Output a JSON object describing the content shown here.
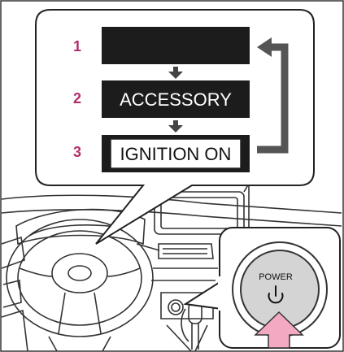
{
  "diagram": {
    "steps": [
      {
        "number": "1",
        "label": ""
      },
      {
        "number": "2",
        "label": "ACCESSORY"
      },
      {
        "number": "3",
        "label": "IGNITION ON"
      }
    ],
    "power_button_label": "POWER",
    "colors": {
      "step_number": "#b0306a",
      "pill_dark": "#1c1c1c",
      "loop_arrow": "#555555",
      "press_arrow": "#f3a9c2",
      "callout_border": "#222222",
      "line_art": "#333333"
    },
    "icons": {
      "power_symbol": "power-icon",
      "press_arrow": "press-arrow-icon"
    }
  }
}
